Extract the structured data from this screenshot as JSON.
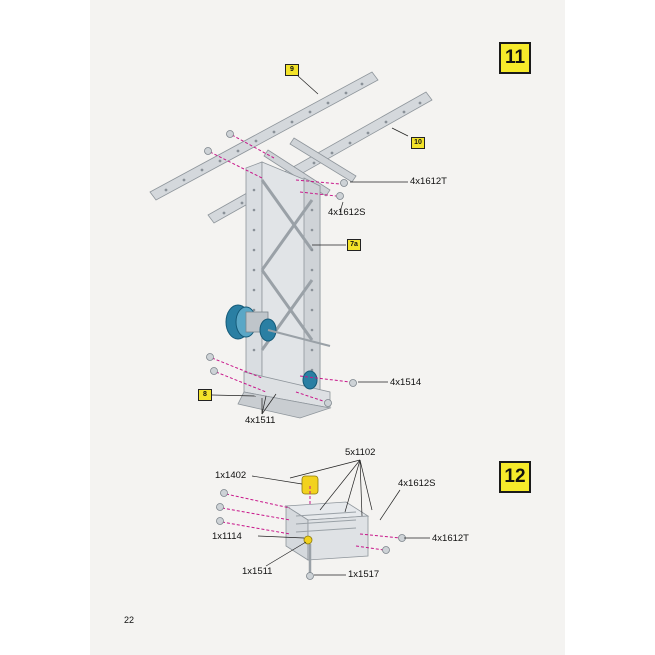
{
  "page_number": "22",
  "colors": {
    "highlight": "#f6ea2a",
    "guide_line": "#c8168a",
    "metal": "#c9ced3",
    "motor": "#2a7fa3"
  },
  "step_11": {
    "number": "11",
    "tags": {
      "t9": "9",
      "t10": "10",
      "t7a": "7a",
      "t8": "8"
    },
    "labels": {
      "screws_top": "4x1612T",
      "nuts_top": "4x1612S",
      "screws_bottom": "4x1514",
      "bolts_bottom": "4x1511"
    }
  },
  "step_12": {
    "number": "12",
    "labels": {
      "l1102": "5x1102",
      "l1402": "1x1402",
      "l1612s": "4x1612S",
      "l1114": "1x1114",
      "l1612t": "4x1612T",
      "l1511": "1x1511",
      "l1517": "1x1517"
    }
  }
}
